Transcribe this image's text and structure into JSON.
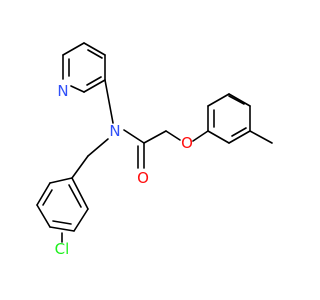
{
  "atoms": {
    "n_amide": "N",
    "n_pyridine": "N",
    "o_carbonyl": "O",
    "o_ether": "O",
    "cl": "Cl"
  },
  "colors": {
    "bond": "#000000",
    "nitrogen": "#3050F8",
    "oxygen": "#FF0D0D",
    "chlorine": "#1FF01F",
    "background": "#FFFFFF"
  }
}
